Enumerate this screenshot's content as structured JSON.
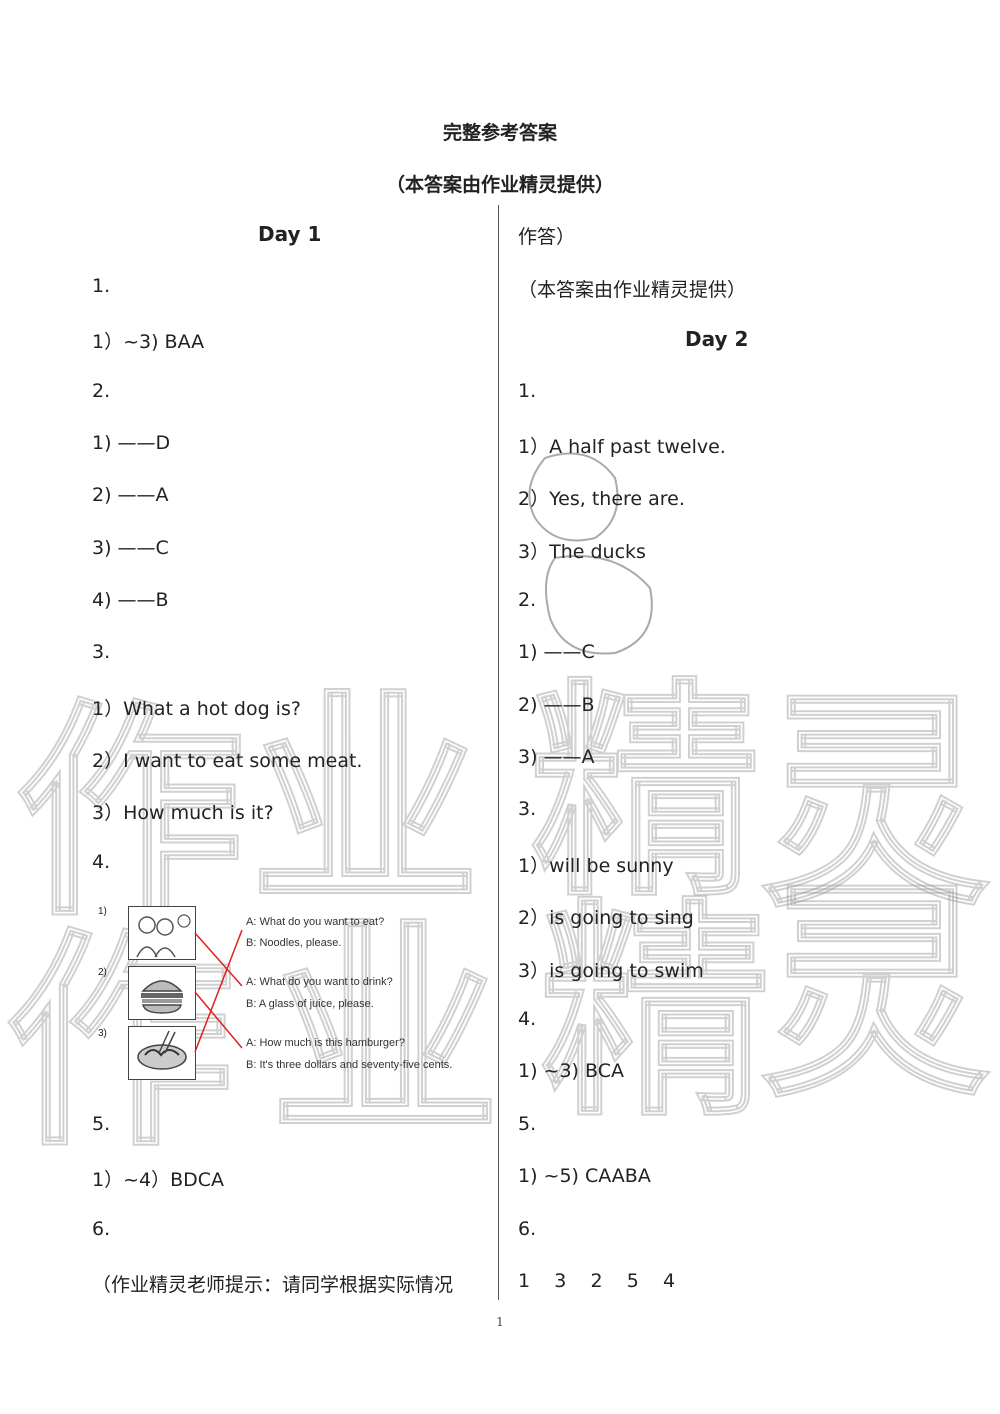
{
  "header": {
    "title": "完整参考答案",
    "subtitle": "（本答案由作业精灵提供）"
  },
  "left": {
    "heading": "Day 1",
    "lines": [
      "1.",
      "1）~3) BAA",
      "2.",
      "1) ——D",
      "2) ——A",
      "3) ——C",
      "4) ——B",
      "3.",
      "1）What a hot dog is?",
      "2）I want to eat some meat.",
      "3）How much is it?",
      "4."
    ],
    "exercise": {
      "numbers": [
        "1)",
        "2)",
        "3)"
      ],
      "dialogues": [
        "A: What do you want to eat?",
        "B: Noodles, please.",
        "A: What do you want to drink?",
        "B: A glass of juice, please.",
        "A: How much is this hamburger?",
        "B: It's three dollars and seventy-five cents."
      ],
      "line_color": "#e02020"
    },
    "lines_after": [
      "5.",
      "1）~4）BDCA",
      "6.",
      "（作业精灵老师提示：请同学根据实际情况"
    ]
  },
  "right": {
    "lines_before": [
      "作答）",
      "（本答案由作业精灵提供）"
    ],
    "heading": "Day 2",
    "lines": [
      "1.",
      "1）A half past twelve.",
      "2）Yes, there are.",
      "3）The ducks",
      "2.",
      "1) ——C",
      "2) ——B",
      "3) ——A",
      "3.",
      "1）will be sunny",
      "2）is going to sing",
      "3）is going to swim",
      "4.",
      "1)  ~3) BCA",
      "5.",
      "1)  ~5) CAABA",
      "6.",
      "1    3    2    5    4"
    ]
  },
  "footer": {
    "page_number": "1"
  },
  "watermark": {
    "chars": [
      "作",
      "业",
      "精",
      "灵",
      "作",
      "业",
      "精",
      "灵"
    ],
    "seal_text": [
      "作业",
      "精灵"
    ]
  }
}
